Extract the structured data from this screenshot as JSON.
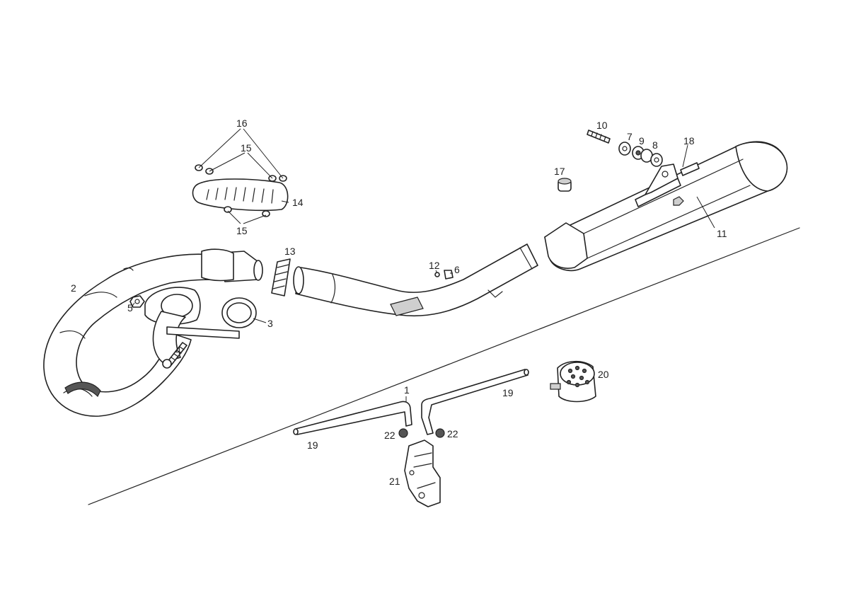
{
  "labels": {
    "p1": "1",
    "p2": "2",
    "p3": "3",
    "p4": "4",
    "p5": "5",
    "p6": "6",
    "p7": "7",
    "p8": "8",
    "p9": "9",
    "p10": "10",
    "p11": "11",
    "p12": "12",
    "p13": "13",
    "p14": "14",
    "p15a": "15",
    "p15b": "15",
    "p16": "16",
    "p17": "17",
    "p18": "18",
    "p19a": "19",
    "p19b": "19",
    "p20": "20",
    "p21": "21",
    "p22a": "22",
    "p22b": "22"
  }
}
